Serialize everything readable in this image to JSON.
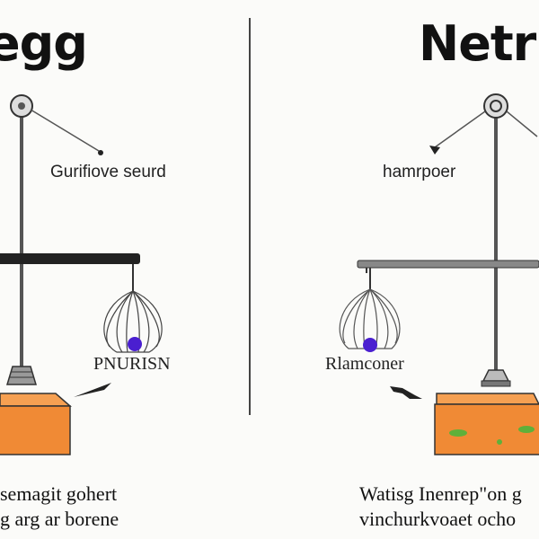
{
  "left_panel": {
    "title": "egg",
    "upper_label": "Gurifiove seurd",
    "lower_label": "PNURISN",
    "caption_line1": "semagit gohert",
    "caption_line2": "g arg ar borene"
  },
  "right_panel": {
    "title": "Netrr",
    "upper_label": "hamrpoer",
    "lower_label": "Rlamconer",
    "caption_line1": "Watisg Inenrep\"on g",
    "caption_line2": "vinchurkvoaet ocho"
  },
  "colors": {
    "box_top": "#f6a052",
    "box_side": "#e07d2e",
    "ball": "#4a1fd0",
    "divider": "#333333"
  }
}
